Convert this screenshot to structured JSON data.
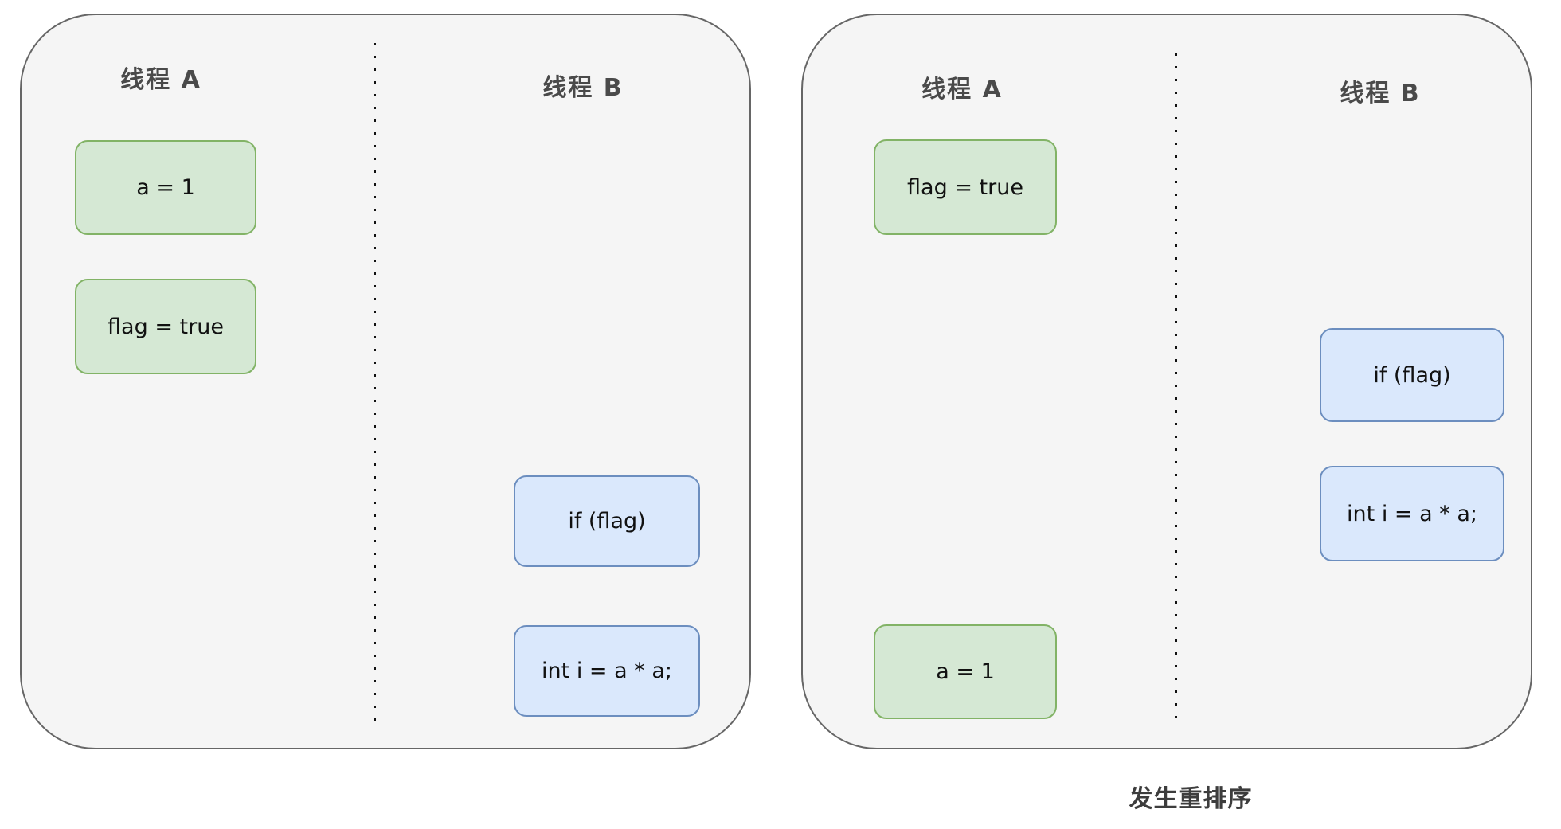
{
  "panels": [
    {
      "id": "before-reorder",
      "thread_a_label": "线程 A",
      "thread_b_label": "线程 B",
      "thread_a_boxes": [
        {
          "text": "a = 1",
          "color": "green"
        },
        {
          "text": "flag = true",
          "color": "green"
        }
      ],
      "thread_b_boxes": [
        {
          "text": "if (flag)",
          "color": "blue"
        },
        {
          "text": "int i = a * a;",
          "color": "blue"
        }
      ]
    },
    {
      "id": "after-reorder",
      "thread_a_label": "线程 A",
      "thread_b_label": "线程 B",
      "thread_a_boxes": [
        {
          "text": "flag = true",
          "color": "green"
        },
        {
          "text": "a = 1",
          "color": "green"
        }
      ],
      "thread_b_boxes": [
        {
          "text": "if (flag)",
          "color": "blue"
        },
        {
          "text": "int i = a * a;",
          "color": "blue"
        }
      ]
    }
  ],
  "caption": "发生重排序",
  "colors": {
    "panel_background": "#f5f5f5",
    "panel_border": "#666666",
    "green_fill": "#d5e8d4",
    "green_border": "#82b366",
    "blue_fill": "#dae8fc",
    "blue_border": "#6c8ebf",
    "label_text": "#4a4a4a",
    "box_text": "#111111",
    "caption_text": "#3d3d3d"
  }
}
